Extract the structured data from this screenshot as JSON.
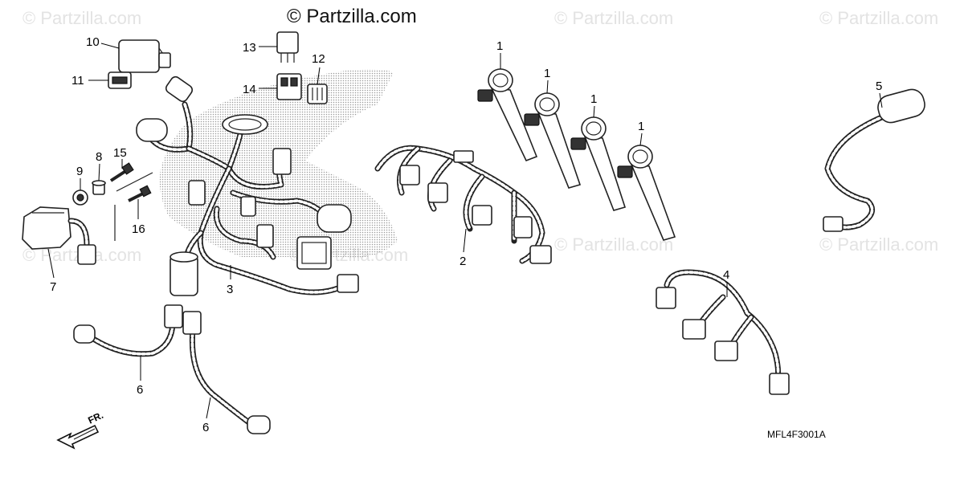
{
  "watermark": {
    "main": "© Partzilla.com",
    "faint": "© Partzilla.com"
  },
  "callouts": {
    "c1a": "1",
    "c1b": "1",
    "c1c": "1",
    "c1d": "1",
    "c2": "2",
    "c3": "3",
    "c4": "4",
    "c5": "5",
    "c6a": "6",
    "c6b": "6",
    "c7": "7",
    "c8": "8",
    "c9": "9",
    "c10": "10",
    "c11": "11",
    "c12": "12",
    "c13": "13",
    "c14": "14",
    "c15": "15",
    "c16": "16"
  },
  "diagram_code": "MFL4F3001A",
  "front_label": "FR.",
  "icons": {
    "front_arrow": "arrow-front-icon"
  },
  "colors": {
    "ink": "#222222",
    "watermark": "#e3e3e3",
    "dots": "#9a9a9a"
  }
}
